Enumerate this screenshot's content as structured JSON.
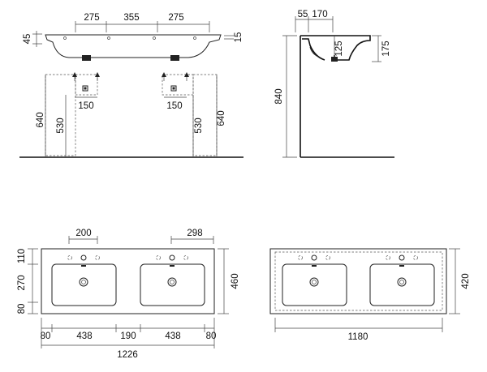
{
  "front_view": {
    "top_widths": [
      "275",
      "355",
      "275"
    ],
    "left_height": "45",
    "right_height": "15",
    "pipe_spacing_left": "150",
    "pipe_spacing_right": "150",
    "height_outer_left": "640",
    "height_inner_left": "530",
    "height_inner_right": "530",
    "height_outer_right": "640"
  },
  "side_view": {
    "top_offset": "55",
    "top_depth": "170",
    "inner_height": "125",
    "outer_height": "175",
    "total_height": "840"
  },
  "plan_view_left": {
    "top_left_width": "200",
    "top_right_width": "298",
    "left_rows": [
      "110",
      "270",
      "80"
    ],
    "right_height": "460",
    "bottom_widths": [
      "80",
      "438",
      "190",
      "438",
      "80"
    ],
    "total_width": "1226"
  },
  "plan_view_right": {
    "right_height": "420",
    "total_width": "1180"
  }
}
